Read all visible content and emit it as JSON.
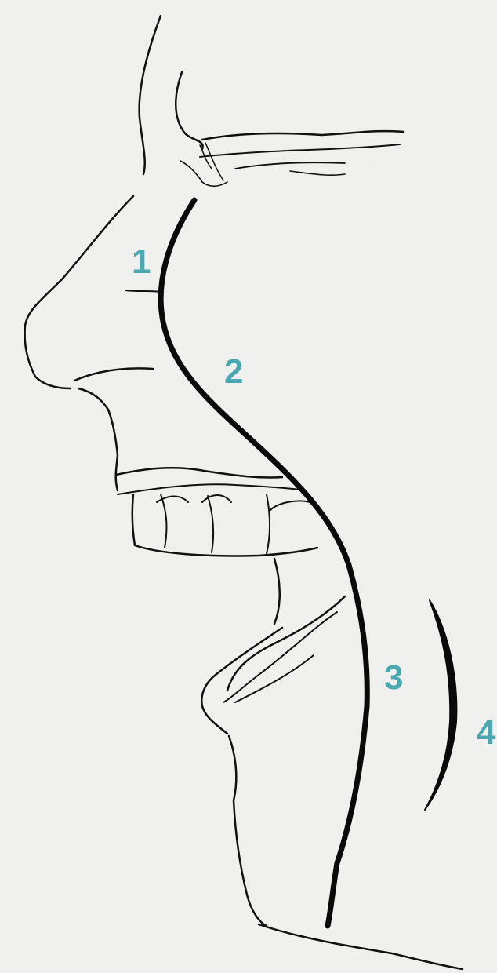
{
  "labels": {
    "label_1": "1",
    "label_2": "2",
    "label_3": "3",
    "label_4": "4"
  },
  "colors": {
    "background": "#f4f4f2",
    "ink": "#111111",
    "label": "#4aa8b0"
  }
}
